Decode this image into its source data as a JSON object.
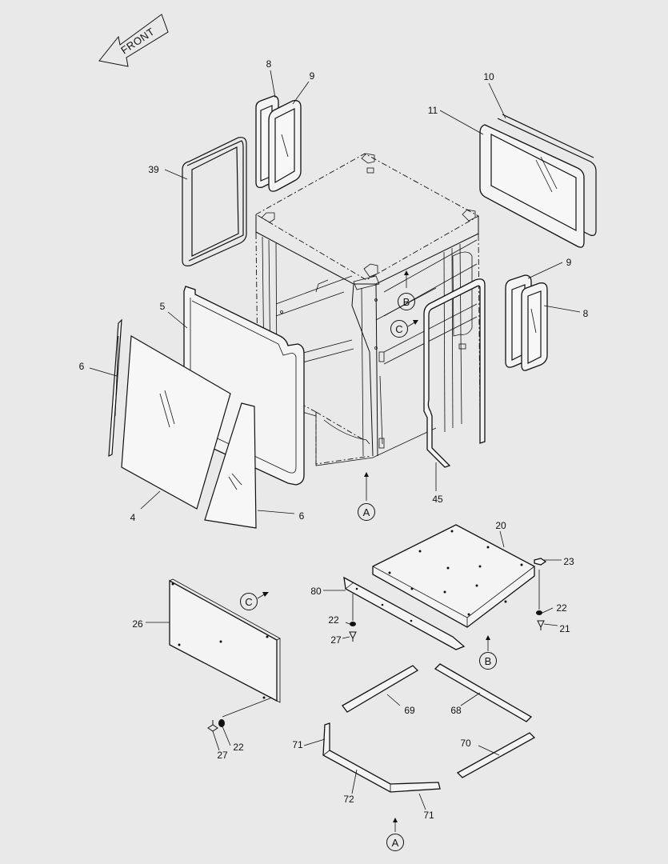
{
  "front_label": "FRONT",
  "callouts": {
    "c8_top": "8",
    "c9_top": "9",
    "c10": "10",
    "c11": "11",
    "c39": "39",
    "c9_right": "9",
    "c8_right": "8",
    "c5": "5",
    "c6_left": "6",
    "c4": "4",
    "c6_bottom": "6",
    "c45": "45",
    "c20": "20",
    "c23": "23",
    "c80": "80",
    "c22_a": "22",
    "c27_a": "27",
    "c22_b": "22",
    "c21": "21",
    "c26": "26",
    "c69": "69",
    "c68": "68",
    "c27_b": "27",
    "c22_c": "22",
    "c71_a": "71",
    "c70": "70",
    "c72": "72",
    "c71_b": "71"
  },
  "markers": {
    "b_upper": "B",
    "c_upper": "C",
    "a_upper": "A",
    "c_lower": "C",
    "b_lower": "B",
    "a_lower": "A"
  },
  "colors": {
    "background": "#e9e9e9",
    "line": "#111111"
  }
}
